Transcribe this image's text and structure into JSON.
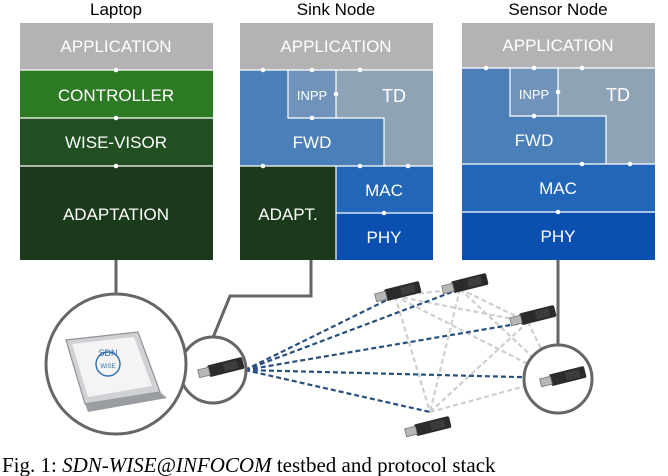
{
  "stacks": {
    "laptop": {
      "title": "Laptop",
      "layers": [
        "APPLICATION",
        "CONTROLLER",
        "WISE-VISOR",
        "ADAPTATION"
      ]
    },
    "sink": {
      "title": "Sink Node",
      "application": "APPLICATION",
      "inpp": "INPP",
      "td": "TD",
      "fwd": "FWD",
      "adapt": "ADAPT.",
      "mac": "MAC",
      "phy": "PHY"
    },
    "sensor": {
      "title": "Sensor Node",
      "application": "APPLICATION",
      "inpp": "INPP",
      "td": "TD",
      "fwd": "FWD",
      "mac": "MAC",
      "phy": "PHY"
    }
  },
  "laptop_screen": {
    "logo_top": "SDN",
    "logo_bottom": "WISE"
  },
  "caption": {
    "prefix": "Fig. 1: ",
    "title": "SDN-WISE@INFOCOM",
    "suffix": " testbed and protocol stack"
  },
  "colors": {
    "application": "#b3b3b3",
    "controller": "#2c7a24",
    "wise_visor": "#214f22",
    "adaptation": "#1b3a1b",
    "fwd": "#4b7fb8",
    "td": "#8fa3b6",
    "mac": "#2266b8",
    "phy": "#0b4fb0",
    "connector": "#666666"
  }
}
